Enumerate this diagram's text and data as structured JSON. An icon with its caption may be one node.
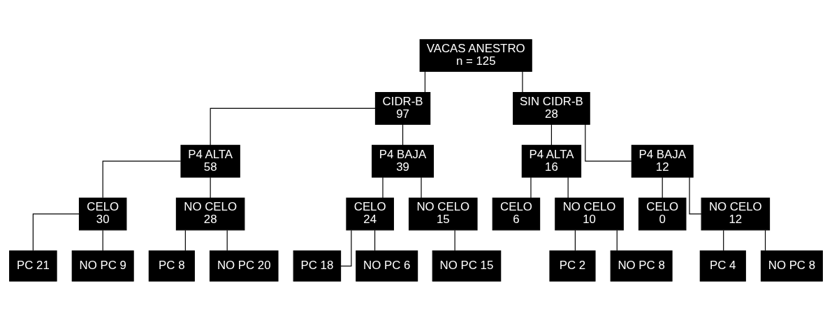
{
  "diagram": {
    "nodes": [
      {
        "text": [
          "VACAS ANESTRO",
          "n = 125"
        ]
      },
      {
        "text": [
          "CIDR-B",
          "97"
        ]
      },
      {
        "text": [
          "SIN CIDR-B",
          "28"
        ]
      },
      {
        "text": [
          "P4 ALTA",
          "58"
        ]
      },
      {
        "text": [
          "P4 BAJA",
          "39"
        ]
      },
      {
        "text": [
          "P4 ALTA",
          "16"
        ]
      },
      {
        "text": [
          "P4 BAJA",
          "12"
        ]
      },
      {
        "text": [
          "CELO",
          "30"
        ]
      },
      {
        "text": [
          "NO CELO",
          "28"
        ]
      },
      {
        "text": [
          "CELO",
          "24"
        ]
      },
      {
        "text": [
          "NO CELO",
          "15"
        ]
      },
      {
        "text": [
          "CELO",
          "6"
        ]
      },
      {
        "text": [
          "NO CELO",
          "10"
        ]
      },
      {
        "text": [
          "CELO",
          "0"
        ]
      },
      {
        "text": [
          "NO CELO",
          "12"
        ]
      },
      {
        "text": [
          "PC 21"
        ]
      },
      {
        "text": [
          "NO PC 9"
        ]
      },
      {
        "text": [
          "PC 8"
        ]
      },
      {
        "text": [
          "NO PC 20"
        ]
      },
      {
        "text": [
          "PC 18"
        ]
      },
      {
        "text": [
          "NO PC 6"
        ]
      },
      {
        "text": [
          "NO PC 15"
        ]
      },
      {
        "text": [
          "PC 2"
        ]
      },
      {
        "text": [
          "NO PC 8"
        ]
      },
      {
        "text": [
          "PC 4"
        ]
      },
      {
        "text": [
          "NO PC 8"
        ]
      }
    ],
    "edges": [
      {
        "from": 0,
        "to": 1,
        "arrow": "none"
      },
      {
        "from": 0,
        "to": 2,
        "arrow": "none"
      },
      {
        "from": 1,
        "to": 3,
        "arrow": "none"
      },
      {
        "from": 1,
        "to": 4,
        "arrow": "none"
      },
      {
        "from": 2,
        "to": 5,
        "arrow": "none"
      },
      {
        "from": 2,
        "to": 6,
        "arrow": "none"
      },
      {
        "from": 3,
        "to": 7,
        "arrow": "none"
      },
      {
        "from": 3,
        "to": 8,
        "arrow": "none"
      },
      {
        "from": 4,
        "to": 9,
        "arrow": "none"
      },
      {
        "from": 4,
        "to": 10,
        "arrow": "none"
      },
      {
        "from": 5,
        "to": 11,
        "arrow": "none"
      },
      {
        "from": 5,
        "to": 12,
        "arrow": "none"
      },
      {
        "from": 6,
        "to": 13,
        "arrow": "none"
      },
      {
        "from": 6,
        "to": 14,
        "arrow": "none"
      },
      {
        "from": 7,
        "to": 15,
        "arrow": "none"
      },
      {
        "from": 7,
        "to": 16,
        "arrow": "none"
      },
      {
        "from": 8,
        "to": 17,
        "arrow": "none"
      },
      {
        "from": 8,
        "to": 18,
        "arrow": "none"
      },
      {
        "from": 9,
        "to": 19,
        "arrow": "none"
      },
      {
        "from": 9,
        "to": 20,
        "arrow": "none"
      },
      {
        "from": 10,
        "to": 21,
        "arrow": "none"
      },
      {
        "from": 12,
        "to": 22,
        "arrow": "none"
      },
      {
        "from": 12,
        "to": 23,
        "arrow": "none"
      },
      {
        "from": 14,
        "to": 24,
        "arrow": "none"
      },
      {
        "from": 14,
        "to": 25,
        "arrow": "none"
      }
    ]
  }
}
